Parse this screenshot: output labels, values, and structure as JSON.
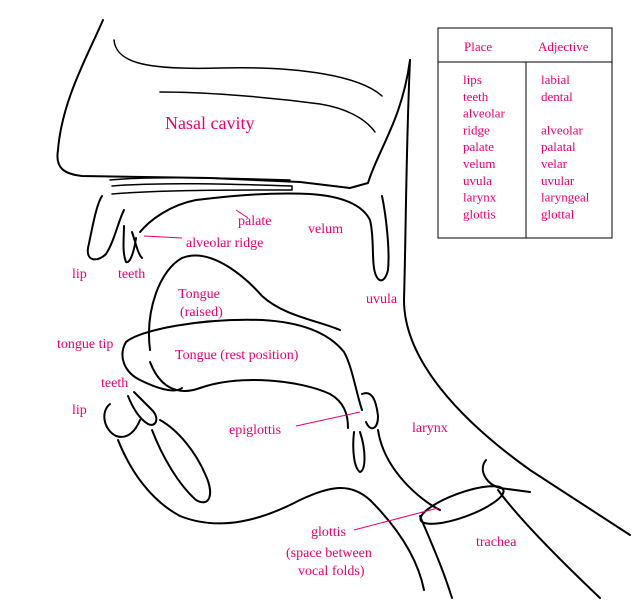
{
  "labels": {
    "nasal_cavity": "Nasal cavity",
    "palate": "palate",
    "velum": "velum",
    "alveolar_ridge": "alveolar ridge",
    "lip_upper": "lip",
    "teeth_upper": "teeth",
    "uvula": "uvula",
    "tongue_raised_1": "Tongue",
    "tongue_raised_2": "(raised)",
    "tongue_tip": "tongue tip",
    "tongue_rest": "Tongue (rest position)",
    "teeth_lower": "teeth",
    "lip_lower": "lip",
    "epiglottis": "epiglottis",
    "larynx": "larynx",
    "glottis": "glottis",
    "glottis_note_1": "(space between",
    "glottis_note_2": "vocal folds)",
    "trachea": "trachea"
  },
  "table": {
    "headers": [
      "Place",
      "Adjective"
    ],
    "place": [
      "lips",
      "teeth",
      "alveolar",
      "ridge",
      "palate",
      "velum",
      "uvula",
      "larynx",
      "glottis"
    ],
    "adjective": [
      "labial",
      "dental",
      "",
      "alveolar",
      "palatal",
      "velar",
      "uvular",
      "laryngeal",
      "glottal"
    ]
  },
  "colors": {
    "label": "#e8006e",
    "line": "#000000"
  }
}
